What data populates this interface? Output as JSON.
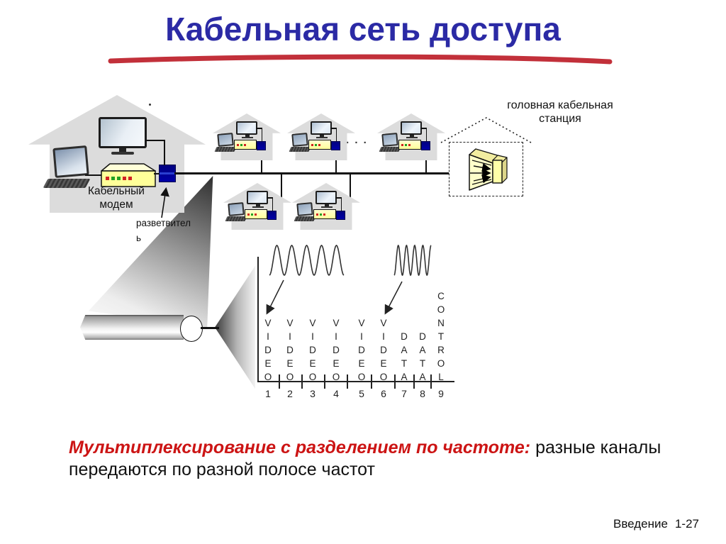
{
  "slide": {
    "title": "Кабельная сеть доступа"
  },
  "caption": {
    "emphasis": "Мультиплексирование с разделением по частоте:",
    "normal": " разные каналы передаются по разной полосе частот"
  },
  "footer": {
    "label": "Введение",
    "page": "1-27"
  },
  "network": {
    "cable_modem_label": "Кабельный модем",
    "splitter_label": "разветвитель",
    "headend_label": "головная кабельная станция",
    "ellipsis": ". . ."
  },
  "spectrum": {
    "channels": [
      {
        "label": "VIDEO",
        "number": "1"
      },
      {
        "label": "VIDEO",
        "number": "2"
      },
      {
        "label": "VIDEO",
        "number": "3"
      },
      {
        "label": "VIDEO",
        "number": "4"
      },
      {
        "label": "VIDEO",
        "number": "5"
      },
      {
        "label": "VIDEO",
        "number": "6"
      },
      {
        "label": "DATA",
        "number": "7"
      },
      {
        "label": "DATA",
        "number": "8"
      },
      {
        "label": "CONTROL",
        "number": "9"
      }
    ]
  },
  "colors": {
    "title-blue": "#2b2aa5",
    "underline-red": "#c2303a",
    "caption-red": "#cc1414",
    "modem-yellow": "#ffff99",
    "splitter-navy": "#000099",
    "house-gray": "#dcdcdc"
  }
}
